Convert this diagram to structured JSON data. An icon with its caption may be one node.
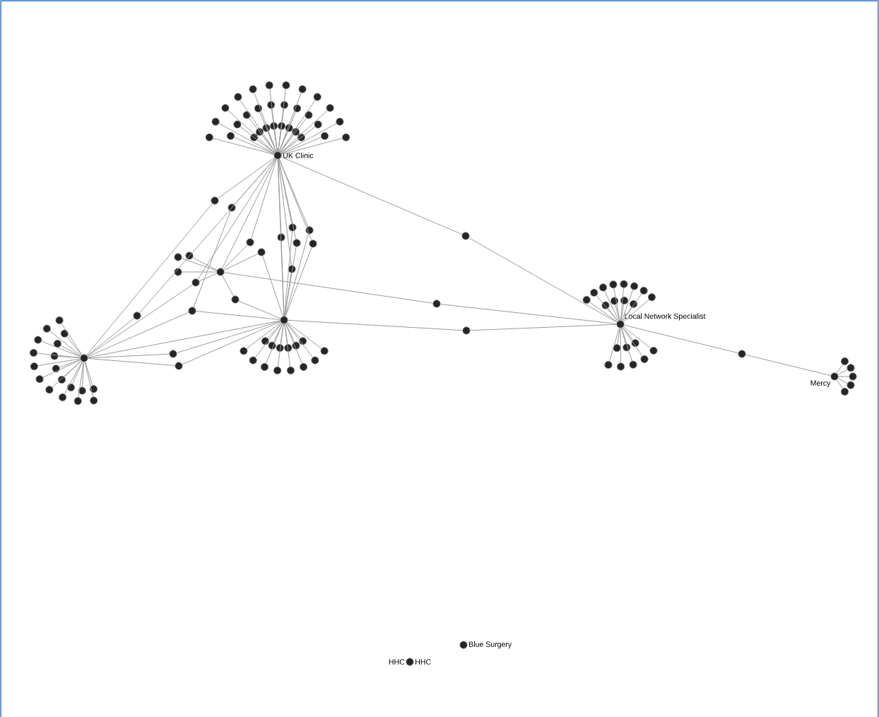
{
  "diagram": {
    "nodes": [
      {
        "text": [
          "UK Clinic"
        ]
      },
      {
        "text": [],
        "shape": "circle"
      },
      {
        "text": [],
        "shape": "circle"
      },
      {
        "text": [],
        "shape": "circle"
      },
      {
        "text": [],
        "shape": "circle"
      },
      {
        "text": [],
        "shape": "circle"
      },
      {
        "text": [],
        "shape": "circle"
      },
      {
        "text": [],
        "shape": "circle"
      },
      {
        "text": [],
        "shape": "circle"
      },
      {
        "text": [],
        "shape": "circle"
      },
      {
        "text": [],
        "shape": "circle"
      },
      {
        "text": [],
        "shape": "circle"
      },
      {
        "text": [],
        "shape": "circle"
      },
      {
        "text": [],
        "shape": "circle"
      },
      {
        "text": [],
        "shape": "circle"
      },
      {
        "text": [],
        "shape": "circle"
      },
      {
        "text": [],
        "shape": "circle"
      },
      {
        "text": [],
        "shape": "circle"
      },
      {
        "text": [],
        "shape": "circle"
      },
      {
        "text": [],
        "shape": "circle"
      },
      {
        "text": [],
        "shape": "circle"
      },
      {
        "text": [],
        "shape": "circle"
      },
      {
        "text": [],
        "shape": "circle"
      },
      {
        "text": [],
        "shape": "circle"
      },
      {
        "text": [],
        "shape": "circle"
      },
      {
        "text": [],
        "shape": "circle"
      },
      {
        "text": [],
        "shape": "circle"
      },
      {
        "text": [],
        "shape": "circle"
      },
      {
        "text": [],
        "shape": "circle"
      },
      {
        "text": [],
        "shape": "circle"
      },
      {
        "text": [],
        "shape": "circle"
      },
      {
        "text": [],
        "shape": "circle"
      },
      {
        "text": [],
        "shape": "circle"
      },
      {
        "text": [],
        "shape": "circle"
      },
      {
        "text": [
          "Local Network Specialist"
        ]
      },
      {
        "text": [
          "Mercy"
        ]
      },
      {
        "text": [],
        "shape": "circle"
      },
      {
        "text": [],
        "shape": "circle"
      },
      {
        "text": [],
        "shape": "circle"
      },
      {
        "text": [],
        "shape": "circle"
      },
      {
        "text": [],
        "shape": "circle"
      },
      {
        "text": [],
        "shape": "circle"
      },
      {
        "text": [],
        "shape": "circle"
      },
      {
        "text": [],
        "shape": "circle"
      },
      {
        "text": [],
        "shape": "circle"
      },
      {
        "text": [],
        "shape": "circle"
      },
      {
        "text": [],
        "shape": "circle"
      },
      {
        "text": [],
        "shape": "circle"
      },
      {
        "text": [],
        "shape": "circle"
      },
      {
        "text": [],
        "shape": "circle"
      },
      {
        "text": [],
        "shape": "circle"
      },
      {
        "text": [],
        "shape": "circle"
      },
      {
        "text": [],
        "shape": "circle"
      },
      {
        "text": [],
        "shape": "circle"
      },
      {
        "text": [],
        "shape": "circle"
      },
      {
        "text": [],
        "shape": "circle"
      },
      {
        "text": [],
        "shape": "circle"
      },
      {
        "text": [],
        "shape": "circle"
      },
      {
        "text": [],
        "shape": "circle"
      },
      {
        "text": [],
        "shape": "circle"
      },
      {
        "text": [],
        "shape": "circle"
      },
      {
        "text": [],
        "shape": "circle"
      },
      {
        "text": [],
        "shape": "circle"
      },
      {
        "text": [],
        "shape": "circle"
      },
      {
        "text": [],
        "shape": "circle"
      },
      {
        "text": [],
        "shape": "circle"
      },
      {
        "text": [],
        "shape": "circle"
      },
      {
        "text": [],
        "shape": "circle"
      },
      {
        "text": [],
        "shape": "circle"
      },
      {
        "text": [],
        "shape": "circle"
      },
      {
        "text": [],
        "shape": "circle"
      },
      {
        "text": [],
        "shape": "circle"
      },
      {
        "text": [],
        "shape": "circle"
      },
      {
        "text": [],
        "shape": "circle"
      },
      {
        "text": [],
        "shape": "circle"
      },
      {
        "text": [],
        "shape": "circle"
      },
      {
        "text": [],
        "shape": "circle"
      },
      {
        "text": [],
        "shape": "circle"
      },
      {
        "text": [],
        "shape": "circle"
      },
      {
        "text": [],
        "shape": "circle"
      },
      {
        "text": [],
        "shape": "circle"
      },
      {
        "text": [],
        "shape": "circle"
      },
      {
        "text": [],
        "shape": "circle"
      },
      {
        "text": [],
        "shape": "circle"
      },
      {
        "text": [],
        "shape": "circle"
      },
      {
        "text": [],
        "shape": "circle"
      },
      {
        "text": [],
        "shape": "circle"
      },
      {
        "text": [],
        "shape": "circle"
      },
      {
        "text": [],
        "shape": "circle"
      },
      {
        "text": [],
        "shape": "circle"
      },
      {
        "text": [],
        "shape": "circle"
      },
      {
        "text": [],
        "shape": "circle"
      },
      {
        "text": [],
        "shape": "circle"
      },
      {
        "text": [],
        "shape": "circle"
      },
      {
        "text": [],
        "shape": "circle"
      },
      {
        "text": [],
        "shape": "circle"
      },
      {
        "text": [],
        "shape": "circle"
      },
      {
        "text": [],
        "shape": "circle"
      },
      {
        "text": [],
        "shape": "circle"
      },
      {
        "text": [],
        "shape": "circle"
      },
      {
        "text": [],
        "shape": "circle"
      },
      {
        "text": [],
        "shape": "circle"
      },
      {
        "text": [],
        "shape": "circle"
      },
      {
        "text": [],
        "shape": "circle"
      },
      {
        "text": [],
        "shape": "circle"
      },
      {
        "text": [],
        "shape": "circle"
      },
      {
        "text": [],
        "shape": "circle"
      },
      {
        "text": [],
        "shape": "circle"
      },
      {
        "text": [],
        "shape": "circle"
      },
      {
        "text": [],
        "shape": "circle"
      },
      {
        "text": [],
        "shape": "circle"
      },
      {
        "text": [],
        "shape": "circle"
      },
      {
        "text": [],
        "shape": "circle"
      },
      {
        "text": [],
        "shape": "circle"
      },
      {
        "text": [],
        "shape": "circle"
      },
      {
        "text": [],
        "shape": "circle"
      },
      {
        "text": [
          "Blue Surgery"
        ]
      },
      {
        "text": [
          "HHC",
          "HHC"
        ]
      }
    ],
    "edges": [
      {
        "from": 0,
        "to": 1,
        "arrow": "none"
      },
      {
        "from": 0,
        "to": 2,
        "arrow": "none"
      },
      {
        "from": 0,
        "to": 3,
        "arrow": "none"
      },
      {
        "from": 0,
        "to": 4,
        "arrow": "none"
      },
      {
        "from": 0,
        "to": 5,
        "arrow": "none"
      },
      {
        "from": 0,
        "to": 6,
        "arrow": "none"
      },
      {
        "from": 0,
        "to": 7,
        "arrow": "none"
      },
      {
        "from": 0,
        "to": 8,
        "arrow": "none"
      },
      {
        "from": 0,
        "to": 9,
        "arrow": "none"
      },
      {
        "from": 0,
        "to": 10,
        "arrow": "none"
      },
      {
        "from": 0,
        "to": 11,
        "arrow": "none"
      },
      {
        "from": 0,
        "to": 12,
        "arrow": "none"
      },
      {
        "from": 0,
        "to": 13,
        "arrow": "none"
      },
      {
        "from": 0,
        "to": 14,
        "arrow": "none"
      },
      {
        "from": 0,
        "to": 15,
        "arrow": "none"
      },
      {
        "from": 0,
        "to": 16,
        "arrow": "none"
      },
      {
        "from": 0,
        "to": 17,
        "arrow": "none"
      },
      {
        "from": 0,
        "to": 18,
        "arrow": "none"
      },
      {
        "from": 0,
        "to": 19,
        "arrow": "none"
      },
      {
        "from": 0,
        "to": 20,
        "arrow": "none"
      },
      {
        "from": 0,
        "to": 21,
        "arrow": "none"
      },
      {
        "from": 0,
        "to": 22,
        "arrow": "none"
      },
      {
        "from": 0,
        "to": 23,
        "arrow": "none"
      },
      {
        "from": 0,
        "to": 24,
        "arrow": "none"
      },
      {
        "from": 0,
        "to": 25,
        "arrow": "none"
      },
      {
        "from": 0,
        "to": 26,
        "arrow": "none"
      },
      {
        "from": 0,
        "to": 27,
        "arrow": "none"
      },
      {
        "from": 0,
        "to": 28,
        "arrow": "none"
      },
      {
        "from": 0,
        "to": 29,
        "arrow": "none"
      },
      {
        "from": 0,
        "to": 30,
        "arrow": "none"
      },
      {
        "from": 0,
        "to": 31,
        "arrow": "none"
      },
      {
        "from": 0,
        "to": 32,
        "arrow": "none"
      },
      {
        "from": 0,
        "to": 36,
        "arrow": "none"
      },
      {
        "from": 0,
        "to": 37,
        "arrow": "none"
      },
      {
        "from": 0,
        "to": 38,
        "arrow": "none"
      },
      {
        "from": 0,
        "to": 44,
        "arrow": "none"
      },
      {
        "from": 0,
        "to": 46,
        "arrow": "none"
      },
      {
        "from": 0,
        "to": 51,
        "arrow": "none"
      },
      {
        "from": 0,
        "to": 53,
        "arrow": "none"
      },
      {
        "from": 0,
        "to": 54,
        "arrow": "none"
      },
      {
        "from": 0,
        "to": 55,
        "arrow": "none"
      },
      {
        "from": 0,
        "to": 56,
        "arrow": "none"
      },
      {
        "from": 0,
        "to": 57,
        "arrow": "none"
      },
      {
        "from": 0,
        "to": 58,
        "arrow": "none"
      },
      {
        "from": 36,
        "to": 33,
        "arrow": "none"
      },
      {
        "from": 37,
        "to": 45,
        "arrow": "none"
      },
      {
        "from": 38,
        "to": 34,
        "arrow": "none"
      },
      {
        "from": 31,
        "to": 39,
        "arrow": "none"
      },
      {
        "from": 39,
        "to": 34,
        "arrow": "none"
      },
      {
        "from": 32,
        "to": 40,
        "arrow": "none"
      },
      {
        "from": 40,
        "to": 34,
        "arrow": "none"
      },
      {
        "from": 34,
        "to": 41,
        "arrow": "none"
      },
      {
        "from": 41,
        "to": 35,
        "arrow": "none"
      },
      {
        "from": 33,
        "to": 42,
        "arrow": "none"
      },
      {
        "from": 42,
        "to": 32,
        "arrow": "none"
      },
      {
        "from": 33,
        "to": 43,
        "arrow": "none"
      },
      {
        "from": 43,
        "to": 32,
        "arrow": "none"
      },
      {
        "from": 33,
        "to": 44,
        "arrow": "none"
      },
      {
        "from": 33,
        "to": 45,
        "arrow": "none"
      },
      {
        "from": 45,
        "to": 32,
        "arrow": "none"
      },
      {
        "from": 33,
        "to": 46,
        "arrow": "none"
      },
      {
        "from": 46,
        "to": 31,
        "arrow": "none"
      },
      {
        "from": 47,
        "to": 31,
        "arrow": "none"
      },
      {
        "from": 48,
        "to": 31,
        "arrow": "none"
      },
      {
        "from": 49,
        "to": 31,
        "arrow": "none"
      },
      {
        "from": 31,
        "to": 50,
        "arrow": "none"
      },
      {
        "from": 50,
        "to": 32,
        "arrow": "none"
      },
      {
        "from": 31,
        "to": 51,
        "arrow": "none"
      },
      {
        "from": 31,
        "to": 52,
        "arrow": "none"
      },
      {
        "from": 52,
        "to": 32,
        "arrow": "none"
      },
      {
        "from": 53,
        "to": 32,
        "arrow": "none"
      },
      {
        "from": 54,
        "to": 32,
        "arrow": "none"
      },
      {
        "from": 55,
        "to": 32,
        "arrow": "none"
      },
      {
        "from": 56,
        "to": 32,
        "arrow": "none"
      },
      {
        "from": 57,
        "to": 32,
        "arrow": "none"
      },
      {
        "from": 58,
        "to": 32,
        "arrow": "none"
      },
      {
        "from": 33,
        "to": 32,
        "arrow": "none"
      },
      {
        "from": 33,
        "to": 59,
        "arrow": "none"
      },
      {
        "from": 33,
        "to": 60,
        "arrow": "none"
      },
      {
        "from": 33,
        "to": 61,
        "arrow": "none"
      },
      {
        "from": 33,
        "to": 62,
        "arrow": "none"
      },
      {
        "from": 33,
        "to": 63,
        "arrow": "none"
      },
      {
        "from": 33,
        "to": 64,
        "arrow": "none"
      },
      {
        "from": 33,
        "to": 65,
        "arrow": "none"
      },
      {
        "from": 33,
        "to": 66,
        "arrow": "none"
      },
      {
        "from": 33,
        "to": 67,
        "arrow": "none"
      },
      {
        "from": 33,
        "to": 68,
        "arrow": "none"
      },
      {
        "from": 33,
        "to": 69,
        "arrow": "none"
      },
      {
        "from": 33,
        "to": 70,
        "arrow": "none"
      },
      {
        "from": 33,
        "to": 71,
        "arrow": "none"
      },
      {
        "from": 33,
        "to": 72,
        "arrow": "none"
      },
      {
        "from": 33,
        "to": 73,
        "arrow": "none"
      },
      {
        "from": 33,
        "to": 74,
        "arrow": "none"
      },
      {
        "from": 33,
        "to": 75,
        "arrow": "none"
      },
      {
        "from": 33,
        "to": 76,
        "arrow": "none"
      },
      {
        "from": 32,
        "to": 77,
        "arrow": "none"
      },
      {
        "from": 32,
        "to": 78,
        "arrow": "none"
      },
      {
        "from": 32,
        "to": 79,
        "arrow": "none"
      },
      {
        "from": 32,
        "to": 80,
        "arrow": "none"
      },
      {
        "from": 32,
        "to": 81,
        "arrow": "none"
      },
      {
        "from": 32,
        "to": 82,
        "arrow": "none"
      },
      {
        "from": 32,
        "to": 83,
        "arrow": "none"
      },
      {
        "from": 32,
        "to": 84,
        "arrow": "none"
      },
      {
        "from": 32,
        "to": 85,
        "arrow": "none"
      },
      {
        "from": 32,
        "to": 86,
        "arrow": "none"
      },
      {
        "from": 32,
        "to": 87,
        "arrow": "none"
      },
      {
        "from": 32,
        "to": 88,
        "arrow": "none"
      },
      {
        "from": 32,
        "to": 89,
        "arrow": "none"
      },
      {
        "from": 32,
        "to": 90,
        "arrow": "none"
      },
      {
        "from": 34,
        "to": 91,
        "arrow": "none"
      },
      {
        "from": 34,
        "to": 92,
        "arrow": "none"
      },
      {
        "from": 34,
        "to": 93,
        "arrow": "none"
      },
      {
        "from": 34,
        "to": 94,
        "arrow": "none"
      },
      {
        "from": 34,
        "to": 95,
        "arrow": "none"
      },
      {
        "from": 34,
        "to": 96,
        "arrow": "none"
      },
      {
        "from": 34,
        "to": 97,
        "arrow": "none"
      },
      {
        "from": 34,
        "to": 98,
        "arrow": "none"
      },
      {
        "from": 34,
        "to": 99,
        "arrow": "none"
      },
      {
        "from": 34,
        "to": 100,
        "arrow": "none"
      },
      {
        "from": 34,
        "to": 101,
        "arrow": "none"
      },
      {
        "from": 34,
        "to": 102,
        "arrow": "none"
      },
      {
        "from": 34,
        "to": 103,
        "arrow": "none"
      },
      {
        "from": 34,
        "to": 104,
        "arrow": "none"
      },
      {
        "from": 34,
        "to": 105,
        "arrow": "none"
      },
      {
        "from": 34,
        "to": 106,
        "arrow": "none"
      },
      {
        "from": 34,
        "to": 107,
        "arrow": "none"
      },
      {
        "from": 34,
        "to": 108,
        "arrow": "none"
      },
      {
        "from": 34,
        "to": 109,
        "arrow": "none"
      },
      {
        "from": 34,
        "to": 110,
        "arrow": "none"
      },
      {
        "from": 35,
        "to": 111,
        "arrow": "none"
      },
      {
        "from": 35,
        "to": 112,
        "arrow": "none"
      },
      {
        "from": 35,
        "to": 113,
        "arrow": "none"
      },
      {
        "from": 35,
        "to": 114,
        "arrow": "none"
      },
      {
        "from": 35,
        "to": 115,
        "arrow": "none"
      }
    ]
  }
}
